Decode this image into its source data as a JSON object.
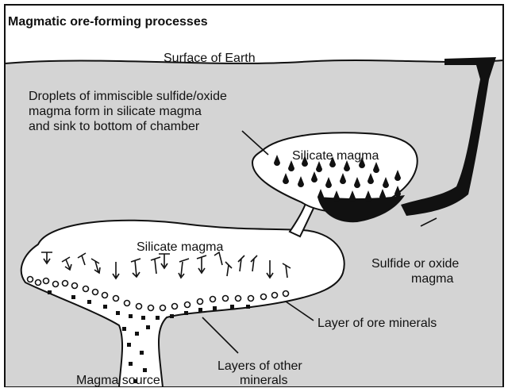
{
  "title": "Magmatic ore-forming processes",
  "labels": {
    "surface": "Surface of Earth",
    "droplets_line1": "Droplets of immiscible sulfide/oxide",
    "droplets_line2": "magma form in silicate magma",
    "droplets_line3": "and sink to bottom of chamber",
    "upper_chamber": "Silicate magma",
    "lower_chamber": "Silicate magma",
    "sulfide_line1": "Sulfide or oxide",
    "sulfide_line2": "magma",
    "ore_layer": "Layer of ore minerals",
    "other_line1": "Layers of other",
    "other_line2": "minerals",
    "source": "Magma source"
  },
  "colors": {
    "crust": "#d4d4d4",
    "magma": "#ffffff",
    "sulfide": "#111111",
    "outline": "#111111",
    "frame": "#111111"
  }
}
